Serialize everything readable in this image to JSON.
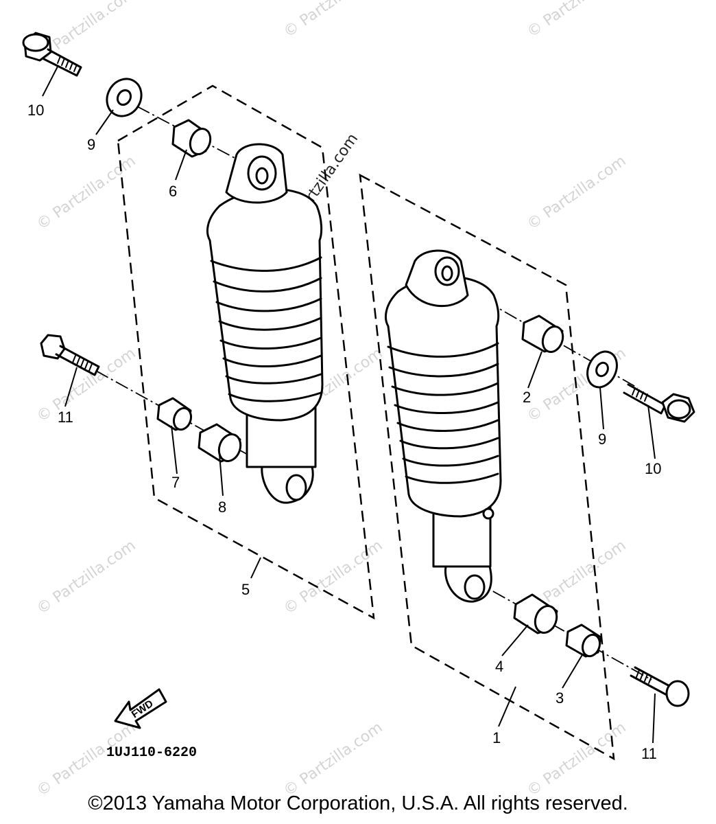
{
  "callouts": {
    "c1": "1",
    "c2": "2",
    "c3": "3",
    "c4": "4",
    "c5": "5",
    "c6": "6",
    "c7": "7",
    "c8": "8",
    "c9a": "9",
    "c9b": "9",
    "c10a": "10",
    "c10b": "10",
    "c11a": "11",
    "c11b": "11"
  },
  "fwd_label": "FWD",
  "diagram_code": "1UJ110-6220",
  "watermark_text": "© Partzilla.com",
  "copyright": "©2013  Yamaha Motor Corporation, U.S.A. All rights reserved."
}
